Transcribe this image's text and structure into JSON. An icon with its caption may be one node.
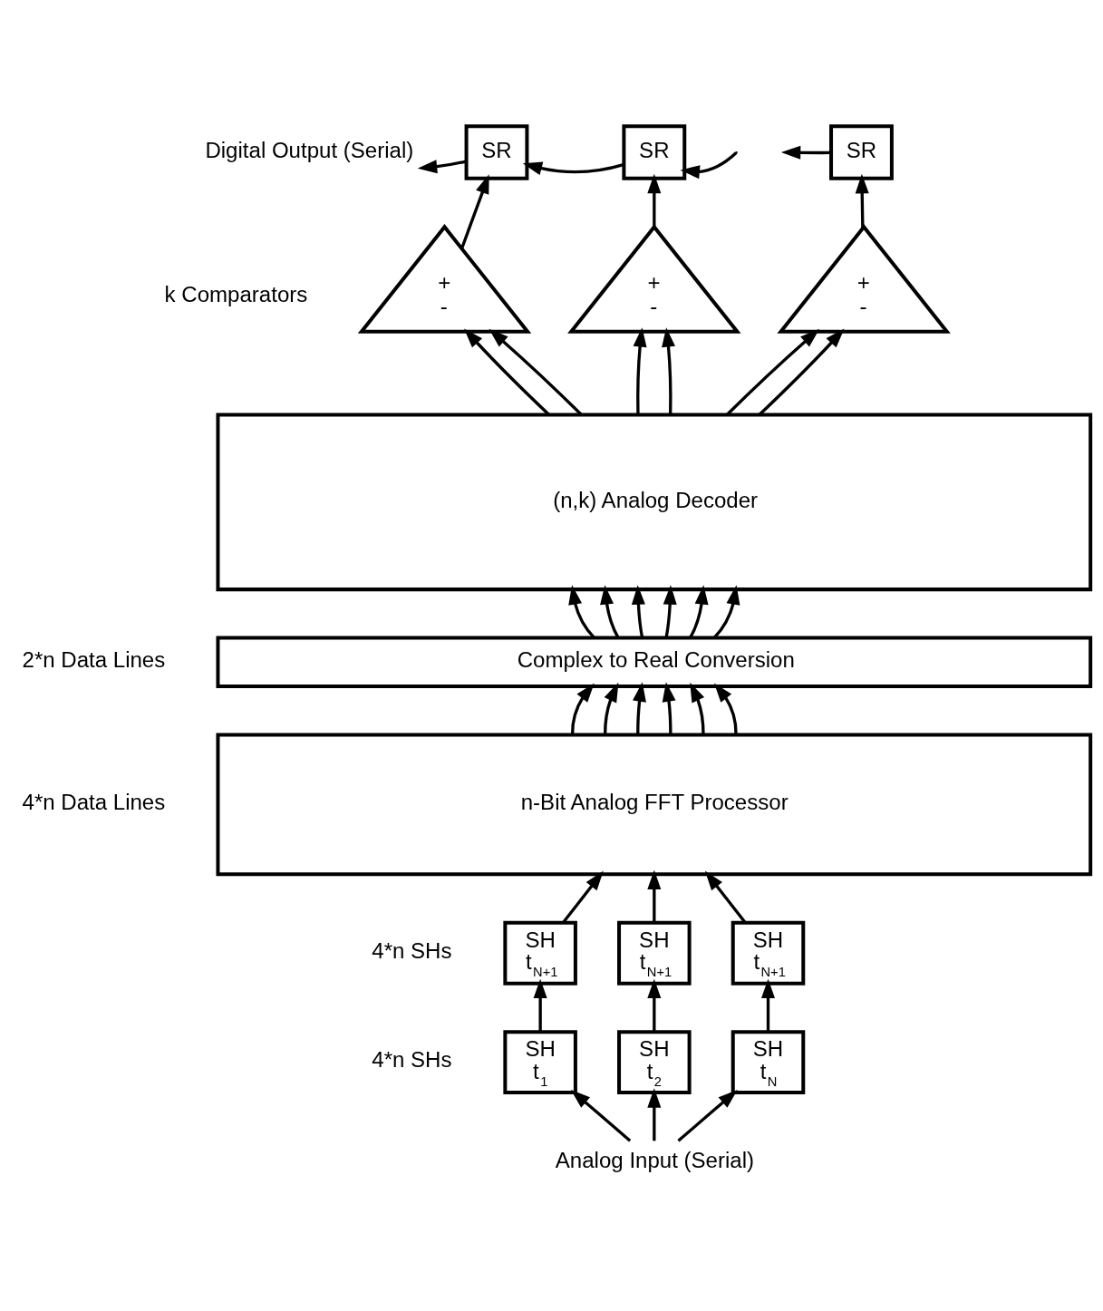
{
  "diagram": {
    "nodes": [
      {
        "text": [
          "SR"
        ]
      },
      {
        "text": [
          "SR"
        ]
      },
      {
        "text": [
          "SR"
        ]
      },
      {
        "text": [
          "+",
          "-"
        ]
      },
      {
        "text": [
          "+",
          "-"
        ]
      },
      {
        "text": [
          "+",
          "-"
        ]
      },
      {
        "text": [
          "(n,k) Analog Decoder"
        ]
      },
      {
        "text": [
          "Complex to Real Conversion"
        ]
      },
      {
        "text": [
          "n-Bit Analog FFT Processor"
        ]
      },
      {
        "text": [
          "SH",
          "t$_{N+1}$"
        ]
      },
      {
        "text": [
          "SH",
          "t$_{N+1}$"
        ]
      },
      {
        "text": [
          "SH",
          "t$_{N+1}$"
        ]
      },
      {
        "text": [
          "SH",
          "t$_{1}$"
        ]
      },
      {
        "text": [
          "SH",
          "t$_{2}$"
        ]
      },
      {
        "text": [
          "SH",
          "t$_{N}$"
        ]
      },
      {
        "text": [
          "Analog Input (Serial)"
        ]
      },
      {
        "text": [
          "Digital Output (Serial)"
        ]
      }
    ],
    "edges": [
      {
        "from": 0,
        "to": 16,
        "arrow": "to"
      },
      {
        "from": 1,
        "to": 0,
        "arrow": "to"
      },
      {
        "from": null,
        "to": 1,
        "arrow": "to"
      },
      {
        "from": 2,
        "to": null,
        "arrow": "to"
      },
      {
        "from": 3,
        "to": 0,
        "arrow": "to"
      },
      {
        "from": 4,
        "to": 1,
        "arrow": "to"
      },
      {
        "from": 5,
        "to": 2,
        "arrow": "to"
      },
      {
        "from": 6,
        "to": 3,
        "arrow": "to"
      },
      {
        "from": 6,
        "to": 3,
        "arrow": "to"
      },
      {
        "from": 6,
        "to": 4,
        "arrow": "to"
      },
      {
        "from": 6,
        "to": 4,
        "arrow": "to"
      },
      {
        "from": 6,
        "to": 5,
        "arrow": "to"
      },
      {
        "from": 6,
        "to": 5,
        "arrow": "to"
      },
      {
        "from": 7,
        "to": 6,
        "arrow": "to"
      },
      {
        "from": 7,
        "to": 6,
        "arrow": "to"
      },
      {
        "from": 7,
        "to": 6,
        "arrow": "to"
      },
      {
        "from": 7,
        "to": 6,
        "arrow": "to"
      },
      {
        "from": 7,
        "to": 6,
        "arrow": "to"
      },
      {
        "from": 7,
        "to": 6,
        "arrow": "to"
      },
      {
        "from": 8,
        "to": 7,
        "arrow": "to"
      },
      {
        "from": 8,
        "to": 7,
        "arrow": "to"
      },
      {
        "from": 8,
        "to": 7,
        "arrow": "to"
      },
      {
        "from": 8,
        "to": 7,
        "arrow": "to"
      },
      {
        "from": 8,
        "to": 7,
        "arrow": "to"
      },
      {
        "from": 8,
        "to": 7,
        "arrow": "to"
      },
      {
        "from": 9,
        "to": 8,
        "arrow": "to"
      },
      {
        "from": 10,
        "to": 8,
        "arrow": "to"
      },
      {
        "from": 11,
        "to": 8,
        "arrow": "to"
      },
      {
        "from": 12,
        "to": 9,
        "arrow": "to"
      },
      {
        "from": 13,
        "to": 10,
        "arrow": "to"
      },
      {
        "from": 14,
        "to": 11,
        "arrow": "to"
      },
      {
        "from": 15,
        "to": 12,
        "arrow": "to"
      },
      {
        "from": 15,
        "to": 13,
        "arrow": "to"
      },
      {
        "from": 15,
        "to": 14,
        "arrow": "to"
      }
    ],
    "labels": [
      "k Comparators",
      "2*n Data Lines",
      "4*n Data Lines",
      "4*n SHs",
      "4*n SHs"
    ]
  }
}
